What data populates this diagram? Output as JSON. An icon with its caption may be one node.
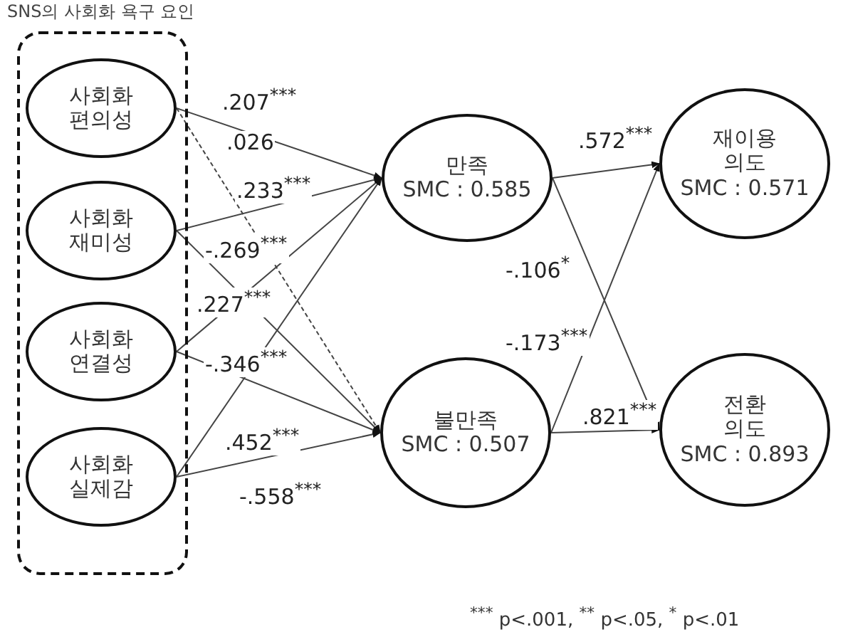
{
  "diagram": {
    "nodes": [
      {
        "text": [
          "SNS의 사회화 욕구 요인"
        ]
      },
      {
        "text": [
          "사회화 편의성"
        ],
        "in": 0
      },
      {
        "text": [
          "사회화 재미성"
        ],
        "in": 0
      },
      {
        "text": [
          "사회화 연결성"
        ],
        "in": 0
      },
      {
        "text": [
          "사회화 실제감"
        ],
        "in": 0
      },
      {
        "text": [
          "만족",
          "SMC : 0.585"
        ]
      },
      {
        "text": [
          "불만족",
          "SMC : 0.507"
        ]
      },
      {
        "text": [
          "재이용 의도",
          "SMC : 0.571"
        ]
      },
      {
        "text": [
          "전환 의도",
          "SMC : 0.893"
        ]
      }
    ],
    "edges": [
      {
        "from": 1,
        "to": 5,
        "arrow": "to",
        "label": ".207$^{***}$"
      },
      {
        "from": 1,
        "to": 6,
        "arrow": "to",
        "label": ".026",
        "style": "dashed"
      },
      {
        "from": 2,
        "to": 5,
        "arrow": "to",
        "label": ".233$^{***}$"
      },
      {
        "from": 2,
        "to": 6,
        "arrow": "to",
        "label": "-.269$^{***}$"
      },
      {
        "from": 3,
        "to": 5,
        "arrow": "to",
        "label": ".227$^{***}$"
      },
      {
        "from": 3,
        "to": 6,
        "arrow": "to",
        "label": "-.346$^{***}$"
      },
      {
        "from": 4,
        "to": 5,
        "arrow": "to",
        "label": ".452$^{***}$"
      },
      {
        "from": 4,
        "to": 6,
        "arrow": "to",
        "label": "-.558$^{***}$"
      },
      {
        "from": 5,
        "to": 7,
        "arrow": "to",
        "label": ".572$^{***}$"
      },
      {
        "from": 5,
        "to": 8,
        "arrow": "to",
        "label": "-.106$^{*}$"
      },
      {
        "from": 6,
        "to": 7,
        "arrow": "to",
        "label": "-.173$^{***}$"
      },
      {
        "from": 6,
        "to": 8,
        "arrow": "to",
        "label": ".821$^{***}$"
      }
    ],
    "labels": [
      "$^{***}$ p<.001, $^{**}$ p<.05, $^{*}$ p<.01"
    ]
  }
}
